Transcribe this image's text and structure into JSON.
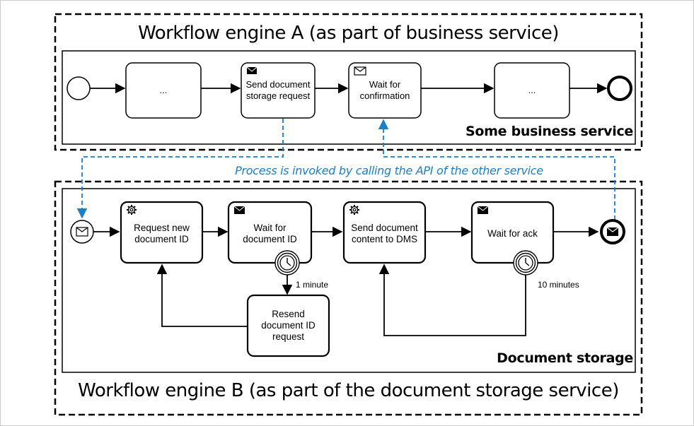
{
  "engine_a": {
    "title": "Workflow engine A (as part of business service)",
    "pool_label": "Some business service",
    "tasks": {
      "placeholder_1": "...",
      "send_request": "Send document storage request",
      "wait_confirmation": "Wait for confirmation",
      "placeholder_2": "..."
    }
  },
  "invocation_note": "Process is invoked by calling the API of the other service",
  "engine_b": {
    "title": "Workflow engine B (as part of the document storage service)",
    "pool_label": "Document storage",
    "tasks": {
      "request_id": "Request new document ID",
      "wait_id": "Wait for document ID",
      "send_content": "Send document content to DMS",
      "wait_ack": "Wait for ack",
      "resend": "Resend document ID request"
    },
    "timers": {
      "timer_1": "1 minute",
      "timer_2": "10 minutes"
    }
  },
  "colors": {
    "line": "#000000",
    "message_flow": "#1a7ec8",
    "note_text": "#1a7ec8",
    "frame": "#cccccc"
  }
}
